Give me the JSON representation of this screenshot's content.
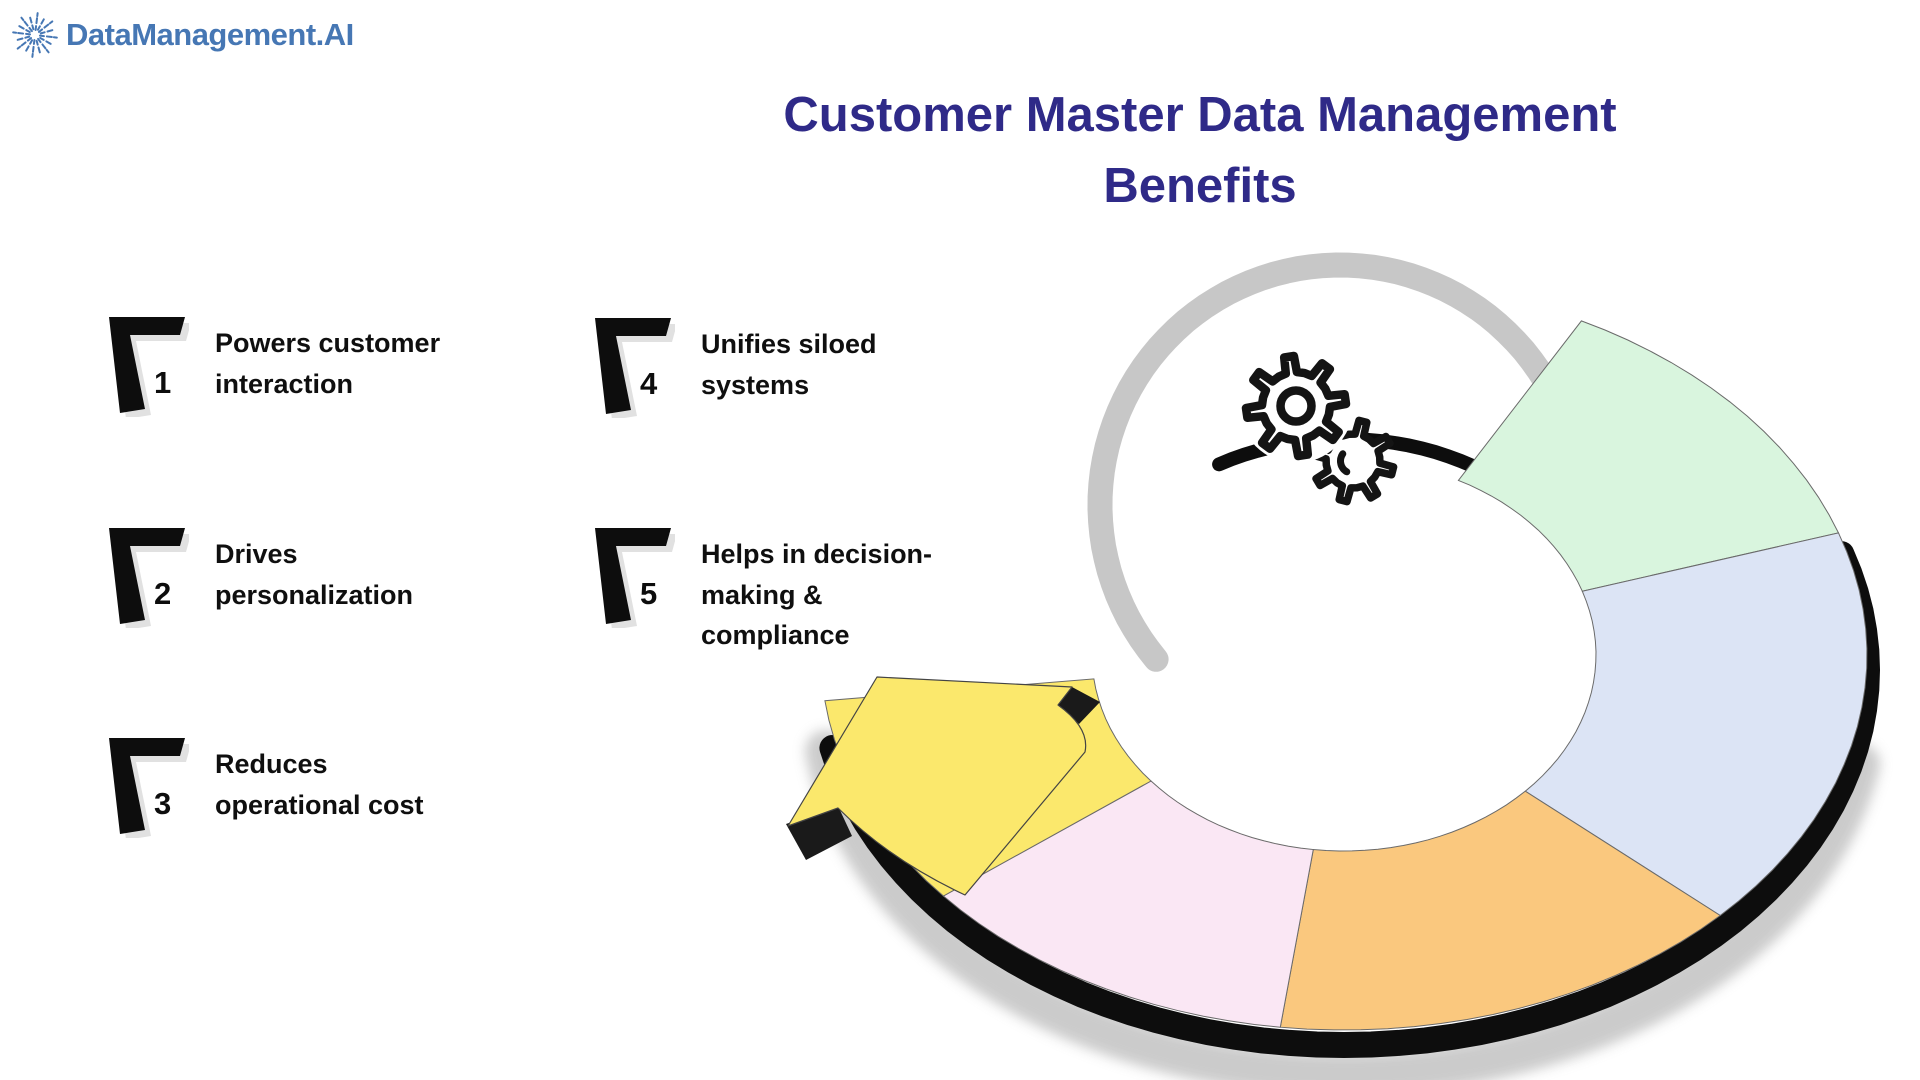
{
  "logo": {
    "text": "DataManagement.AI",
    "color": "#4677b4"
  },
  "title": {
    "line1": "Customer Master Data Management",
    "line2": "Benefits",
    "color": "#2f2a88"
  },
  "benefits": [
    {
      "number": "1",
      "text": "Powers customer interaction"
    },
    {
      "number": "2",
      "text": "Drives personalization"
    },
    {
      "number": "3",
      "text": "Reduces operational cost"
    },
    {
      "number": "4",
      "text": "Unifies siloed systems"
    },
    {
      "number": "5",
      "text": "Helps in decision-making & compliance"
    }
  ],
  "diagram": {
    "type": "cycle-arrow",
    "segments": [
      {
        "name": "segment-green",
        "color": "#d9f5de",
        "from": -63,
        "to": -19
      },
      {
        "name": "segment-blue",
        "color": "#dce4f5",
        "from": -19,
        "to": 44
      },
      {
        "name": "segment-orange",
        "color": "#fac87e",
        "from": 44,
        "to": 97
      },
      {
        "name": "segment-pink",
        "color": "#fae7f4",
        "from": 97,
        "to": 140
      },
      {
        "name": "segment-yellow",
        "color": "#fbe86c",
        "from": 140,
        "to": 173
      }
    ],
    "arrow_color": "#fbe86c",
    "edge_color": "#0d0d0d",
    "shadow_color": "#c9c9c9",
    "crescent_color": "#c7c7c7",
    "gear_color": "#141414"
  }
}
